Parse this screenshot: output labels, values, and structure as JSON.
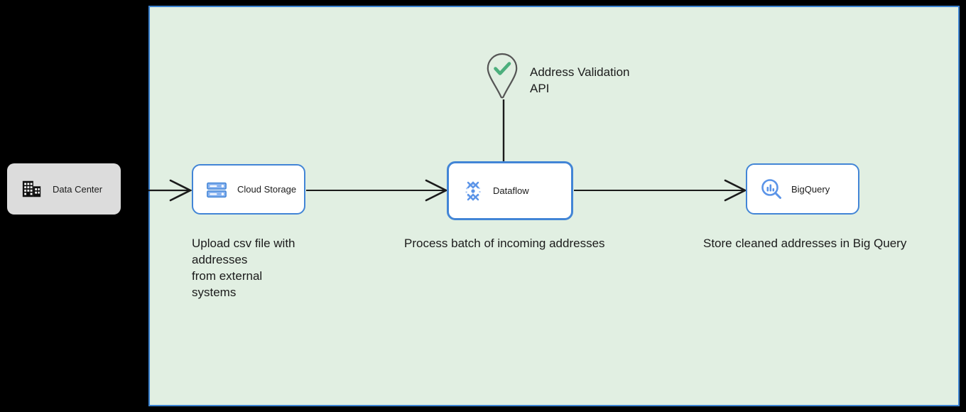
{
  "diagram": {
    "background_color": "#000000",
    "region": {
      "name": "cloud-region-container",
      "fill_color": "#e1efe2",
      "border_color": "#3b82d0"
    },
    "nodes": [
      {
        "id": "data-center",
        "label": "Data Center",
        "icon": "building-icon",
        "fill_color": "#dcdcdc",
        "text_color": "#1b1b1b"
      },
      {
        "id": "cloud-storage",
        "label": "Cloud Storage",
        "icon": "cloud-storage-icon",
        "fill_color": "#ffffff",
        "border_color": "#4285d6",
        "selected": false
      },
      {
        "id": "dataflow",
        "label": "Dataflow",
        "icon": "dataflow-icon",
        "fill_color": "#ffffff",
        "border_color": "#4285d6",
        "selected": true
      },
      {
        "id": "bigquery",
        "label": "BigQuery",
        "icon": "bigquery-icon",
        "fill_color": "#ffffff",
        "border_color": "#4285d6",
        "selected": false
      },
      {
        "id": "address-validation-api",
        "label": "Address Validation\nAPI",
        "icon": "map-pin-check-icon",
        "icon_outline_color": "#555555",
        "check_color": "#4caf7d"
      }
    ],
    "captions": {
      "upload": "Upload csv file with\naddresses\nfrom external\nsystems",
      "process": "Process batch of incoming addresses",
      "store": "Store cleaned addresses in Big Query"
    },
    "connectors": [
      {
        "id": "datacenter-to-cloudstorage",
        "from": "data-center",
        "to": "cloud-storage",
        "arrow": "open",
        "color": "#1b1b1b"
      },
      {
        "id": "cloudstorage-to-dataflow",
        "from": "cloud-storage",
        "to": "dataflow",
        "arrow": "open",
        "color": "#1b1b1b"
      },
      {
        "id": "dataflow-to-bigquery",
        "from": "dataflow",
        "to": "bigquery",
        "arrow": "open",
        "color": "#1b1b1b"
      },
      {
        "id": "api-to-dataflow",
        "from": "address-validation-api",
        "to": "dataflow",
        "arrow": "none",
        "color": "#1b1b1b"
      }
    ]
  }
}
